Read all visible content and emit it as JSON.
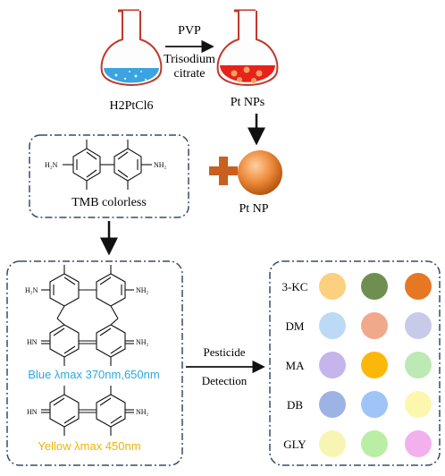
{
  "reaction": {
    "precursor_label": "H2PtCl6",
    "reagent_top": "PVP",
    "reagent_bottom_1": "Trisodium",
    "reagent_bottom_2": "citrate",
    "product_label": "Pt NPs"
  },
  "tmb_box": {
    "caption": "TMB colorless",
    "left_amine": "H₂N",
    "right_amine": "NH₂"
  },
  "nanoparticle": {
    "label": "Pt NP"
  },
  "oxidized_box": {
    "blue_caption": "Blue λmax 370nm,650nm",
    "yellow_caption": "Yellow λmax 450nm",
    "amine_left_top": "H₂N",
    "amine_right_top": "NH₂",
    "amine_left_mid": "HN",
    "amine_right_mid": "NH₂",
    "amine_left_bottom": "HN",
    "amine_right_bottom": "NH₂"
  },
  "detection_arrow": {
    "line1": "Pesticide",
    "line2": "Detection"
  },
  "colors": {
    "box_border": "#3a4a6b",
    "blue_text": "#29a9e0",
    "yellow_text": "#f0b400",
    "solution_blue": "#3aa3e0",
    "solution_red": "#e8211b",
    "flask_glass": "#c0392b",
    "pt_np": "#ee8c3d",
    "plus": "#c8611e"
  },
  "array": {
    "rows": [
      {
        "label": "3-KC",
        "colors": [
          "#fcd07e",
          "#6e8f50",
          "#e67823"
        ]
      },
      {
        "label": "DM",
        "colors": [
          "#bcd9f5",
          "#f1a98b",
          "#c8cae9"
        ]
      },
      {
        "label": "MA",
        "colors": [
          "#c5b5ec",
          "#fbb80a",
          "#bde9b4"
        ]
      },
      {
        "label": "DB",
        "colors": [
          "#9db3e3",
          "#9fc4f8",
          "#fbf7ad"
        ]
      },
      {
        "label": "GLY",
        "colors": [
          "#f8f5b4",
          "#b9eea4",
          "#f2b0ec"
        ]
      }
    ]
  }
}
